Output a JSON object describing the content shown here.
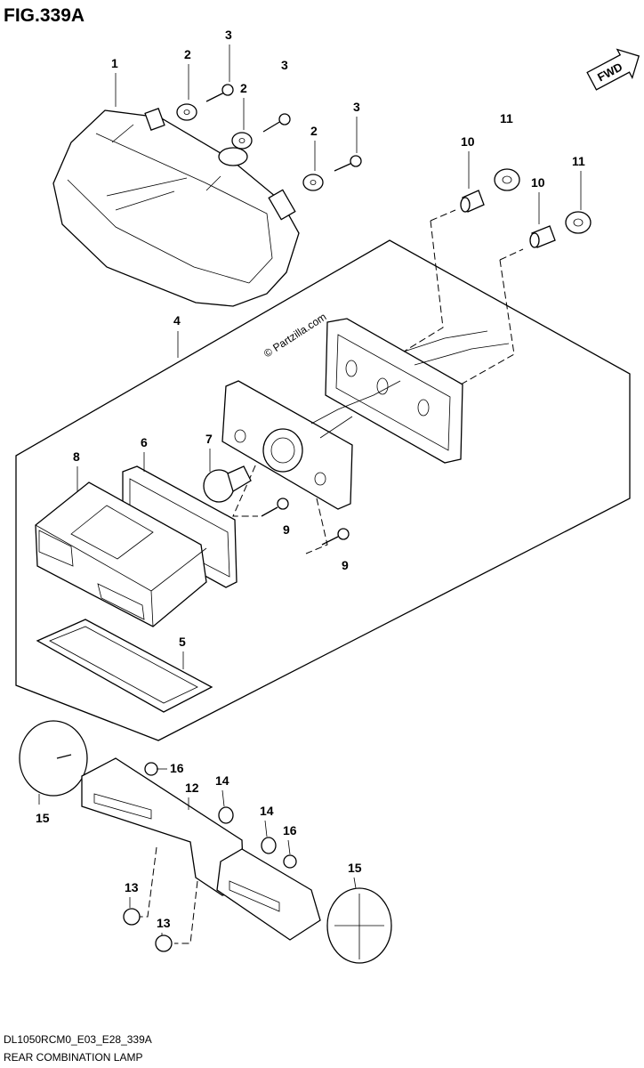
{
  "figure": {
    "title": "FIG.339A",
    "fwd_label": "FWD",
    "watermark": "© Partzilla.com",
    "code": "DL1050RCM0_E03_E28_339A",
    "name": "REAR COMBINATION LAMP"
  },
  "callouts": [
    "1",
    "2",
    "3",
    "2",
    "3",
    "2",
    "3",
    "11",
    "10",
    "11",
    "10",
    "4",
    "8",
    "6",
    "7",
    "9",
    "9",
    "5",
    "15",
    "16",
    "12",
    "14",
    "14",
    "16",
    "15",
    "13",
    "13"
  ]
}
